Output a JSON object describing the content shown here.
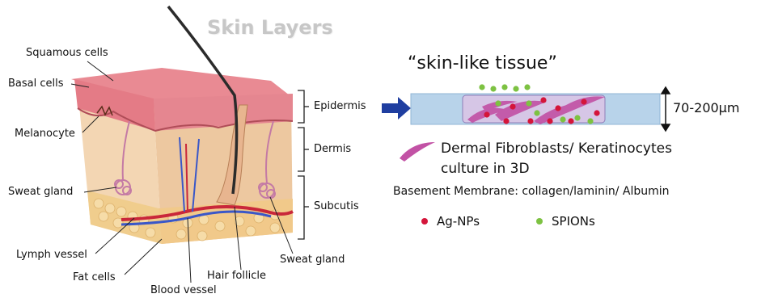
{
  "skin_diagram": {
    "title": "Skin Layers",
    "labels": {
      "squamous_cells": "Squamous cells",
      "basal_cells": "Basal cells",
      "melanocyte": "Melanocyte",
      "sweat_gland_left": "Sweat gland",
      "lymph_vessel": "Lymph vessel",
      "fat_cells": "Fat cells",
      "blood_vessel": "Blood vessel",
      "hair_follicle": "Hair follicle",
      "sweat_gland_right": "Sweat gland"
    },
    "layers": [
      "Epidermis",
      "Dermis",
      "Subcutis"
    ]
  },
  "tissue_model": {
    "title": "“skin-like tissue”",
    "thickness": "70-200µm",
    "fibroblast_caption_line1": "Dermal Fibroblasts/ Keratinocytes",
    "fibroblast_caption_line2": "culture in 3D",
    "membrane_caption": "Basement Membrane: collagen/laminin/ Albumin",
    "legend": [
      {
        "label": "Ag-NPs",
        "color": "#d4153a"
      },
      {
        "label": "SPIONs",
        "color": "#7dc242"
      }
    ]
  },
  "colors": {
    "epidermis": "#e47b86",
    "dermis": "#f3d8b4",
    "fat": "#f1cf8e",
    "tissue_band": "#b8d3ea",
    "fibroblast": "#c252a5",
    "arrow": "#1f3ea0"
  }
}
